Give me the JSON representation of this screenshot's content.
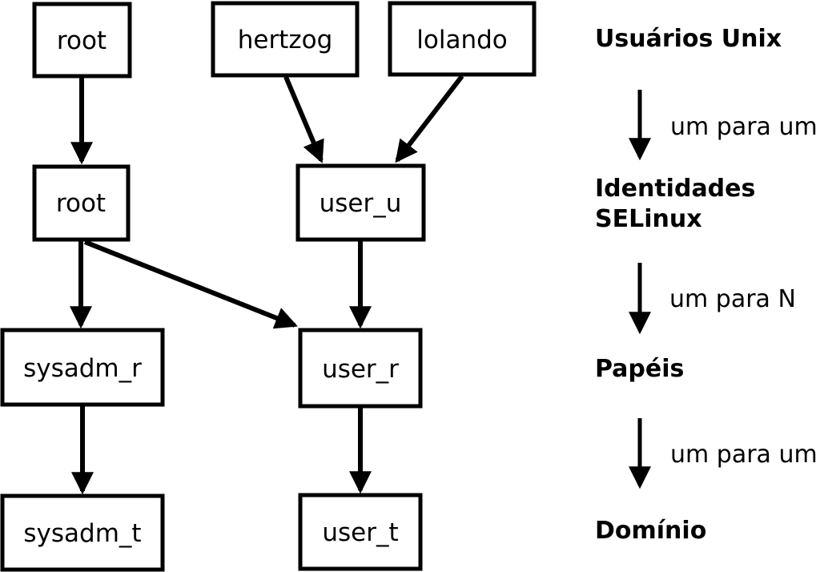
{
  "diagram": {
    "nodes": {
      "root_unix": "root",
      "hertzog": "hertzog",
      "lolando": "lolando",
      "root_selinux": "root",
      "user_u": "user_u",
      "sysadm_r": "sysadm_r",
      "user_r": "user_r",
      "sysadm_t": "sysadm_t",
      "user_t": "user_t"
    },
    "legend": {
      "levels": [
        {
          "lines": [
            "Usuários Unix"
          ]
        },
        {
          "lines": [
            "Identidades",
            "SELinux"
          ]
        },
        {
          "lines": [
            "Papéis"
          ]
        },
        {
          "lines": [
            "Domínio"
          ]
        }
      ],
      "relations": [
        {
          "label": "um para um"
        },
        {
          "label": "um para N"
        },
        {
          "label": "um para um"
        }
      ]
    },
    "colors": {
      "ink": "#000000",
      "background": "#ffffff"
    }
  }
}
